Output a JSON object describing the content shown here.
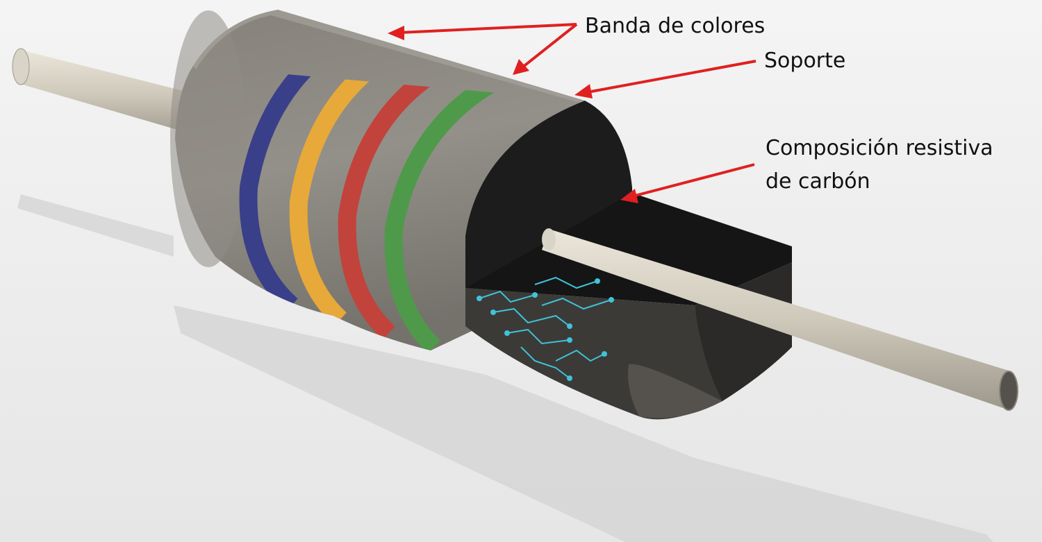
{
  "labels": {
    "color_bands": "Banda de colores",
    "support": "Soporte",
    "carbon_line1": "Composición resistiva",
    "carbon_line2": "de carbón"
  },
  "colors": {
    "background": "#f0f0f0",
    "body": "#8d8a83",
    "body_shade": "#6e6b65",
    "cut_face": "#1c1c1c",
    "lead": "#cfc9bb",
    "band_blue": "#3a3f8a",
    "band_yellow": "#e6a93a",
    "band_red": "#c2433b",
    "band_green": "#4e9a4a",
    "circuit": "#3fc3d9",
    "arrow": "#e02020"
  },
  "icons": [
    "carbon-resistor-cutaway",
    "circuit-pattern-graphic"
  ]
}
